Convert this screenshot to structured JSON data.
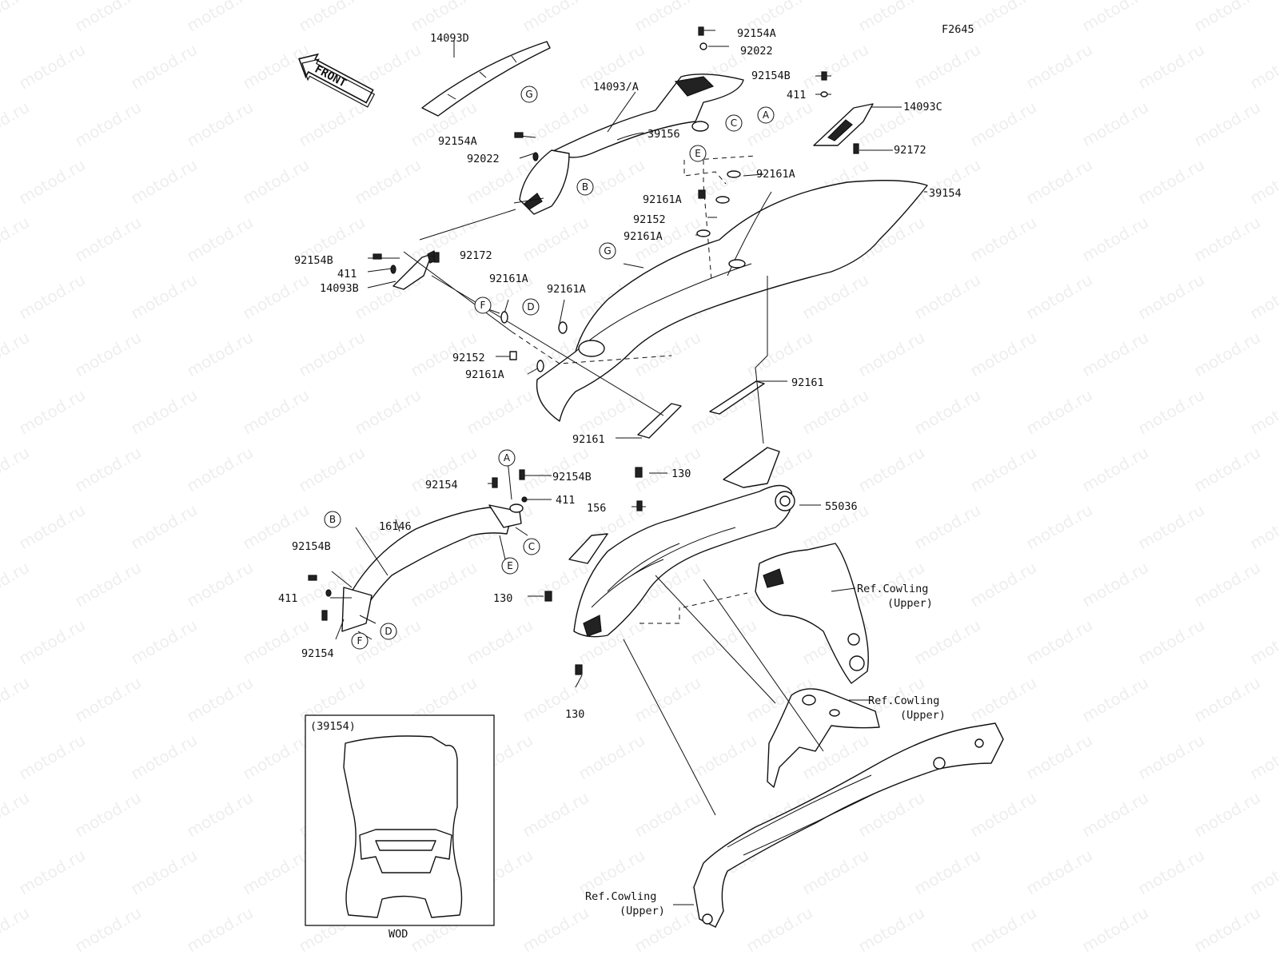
{
  "figure_code": "F2645",
  "front_arrow": "FRONT",
  "watermark": "motod.ru",
  "inset": {
    "title": "(39154)",
    "caption": "WOD"
  },
  "part_labels": {
    "p14093D": "14093D",
    "p14093A": "14093/A",
    "p14093C": "14093C",
    "p14093B": "14093B",
    "p92154A_top": "92154A",
    "p92022_top": "92022",
    "p92154B_top": "92154B",
    "p411_top": "411",
    "p92172_top": "92172",
    "p92154A_left": "92154A",
    "p92022_left": "92022",
    "p39156": "39156",
    "p92161A_1": "92161A",
    "p92161A_2": "92161A",
    "p92152_1": "92152",
    "p92161A_3": "92161A",
    "p39154": "39154",
    "p92154B_left": "92154B",
    "p411_left": "411",
    "p92172_left": "92172",
    "p92161A_4": "92161A",
    "p92161A_5": "92161A",
    "p92152_2": "92152",
    "p92161A_6": "92161A",
    "p92161_1": "92161",
    "p92161_2": "92161",
    "p92154_1": "92154",
    "p92154B_mid": "92154B",
    "p411_mid": "411",
    "p16146": "16146",
    "p130_1": "130",
    "p156": "156",
    "p55036": "55036",
    "p92154B_low": "92154B",
    "p411_low": "411",
    "p92154_low": "92154",
    "p130_2": "130",
    "p130_3": "130"
  },
  "ref_labels": {
    "r1_line1": "Ref.Cowling",
    "r1_line2": "(Upper)",
    "r2_line1": "Ref.Cowling",
    "r2_line2": "(Upper)",
    "r3_line1": "Ref.Cowling",
    "r3_line2": "(Upper)"
  },
  "callouts": {
    "A1": "A",
    "B1": "B",
    "C1": "C",
    "E1": "E",
    "G1": "G",
    "G2": "G",
    "F1": "F",
    "D1": "D",
    "A2": "A",
    "C2": "C",
    "E2": "E",
    "B2": "B",
    "D2": "D",
    "F2": "F"
  }
}
